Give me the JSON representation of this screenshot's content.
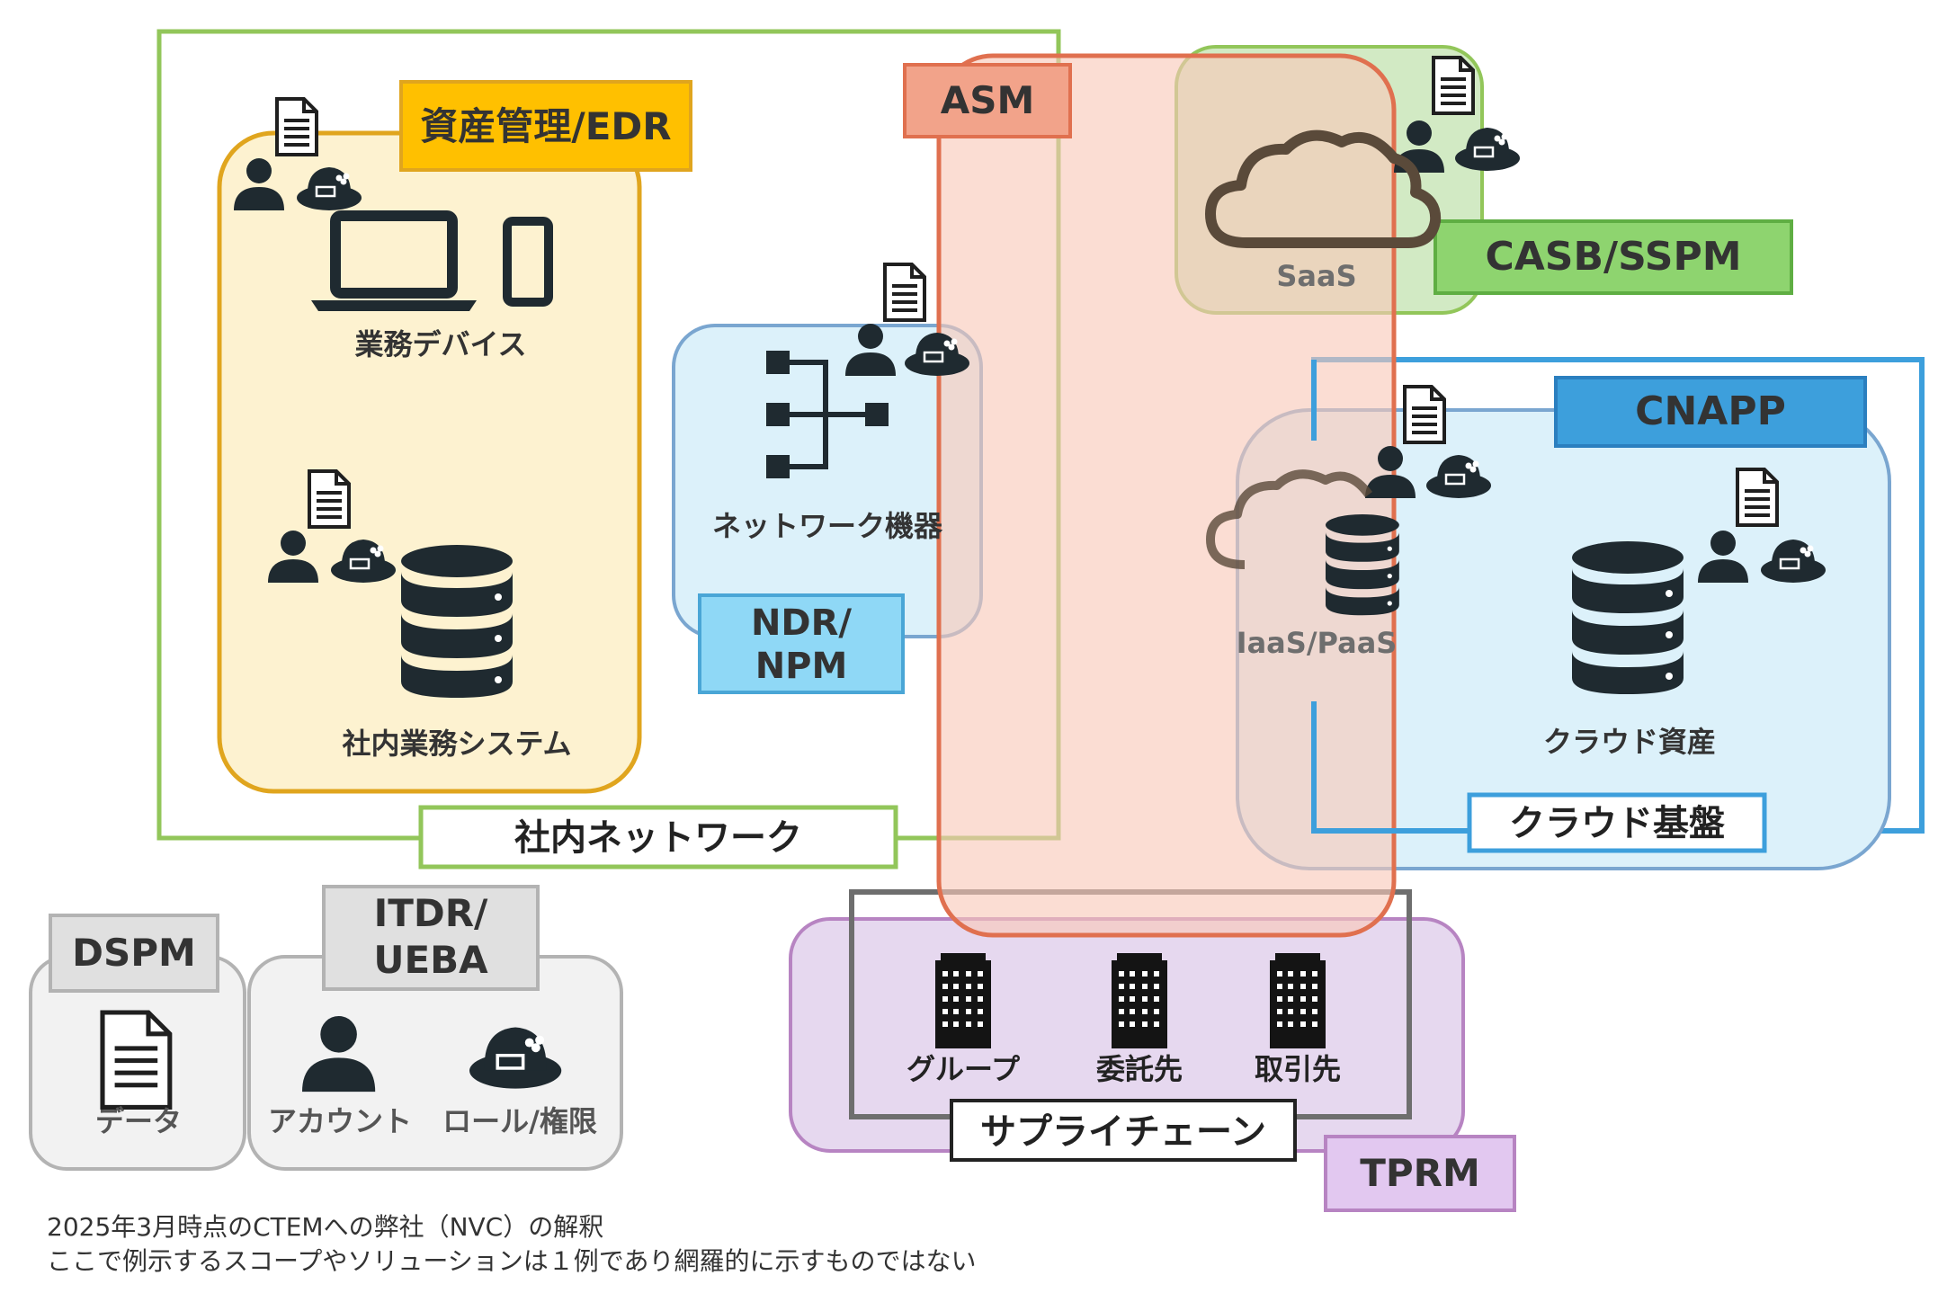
{
  "labels": {
    "asset_edr": "資産管理/EDR",
    "asm": "ASM",
    "casb_sspm": "CASB/SSPM",
    "cnapp": "CNAPP",
    "ndr_npm_1": "NDR/",
    "ndr_npm_2": "NPM",
    "itdr_ueba_1": "ITDR/",
    "itdr_ueba_2": "UEBA",
    "dspm": "DSPM",
    "tprm": "TPRM",
    "internal_network": "社内ネットワーク",
    "cloud_platform": "クラウド基盤",
    "supply_chain": "サプライチェーン"
  },
  "items": {
    "business_devices": "業務デバイス",
    "internal_systems": "社内業務システム",
    "network_devices": "ネットワーク機器",
    "saas": "SaaS",
    "iaas_paas": "IaaS/PaaS",
    "cloud_assets": "クラウド資産",
    "group": "グループ",
    "contractor": "委託先",
    "business_partner": "取引先",
    "data": "データ",
    "account": "アカウント",
    "role_permission": "ロール/権限"
  },
  "footer": {
    "line1": "2025年3月時点のCTEMへの弊社（NVC）の解釈",
    "line2": "ここで例示するスコープやソリューションは１例であり網羅的に示すものではない"
  },
  "colors": {
    "green": "#92c65a",
    "green_label": "#8ed46f",
    "orange_box": "#e0a51e",
    "orange_fill": "#fdf2d0",
    "gold_label": "#ffc000",
    "asm_stroke": "#e0704f",
    "asm_fill": "#f8c8b8",
    "blue_stroke": "#7aa6d0",
    "blue_fill": "#dcf1fa",
    "cnapp_blue": "#3d9fdc",
    "ndr_label": "#8fd8f6",
    "purple_fill": "#e6d8ef",
    "purple_stroke": "#b784c2",
    "gray_fill": "#f2f2f2",
    "gray_stroke": "#b3b3b3",
    "icon_dark": "#1f2a30"
  }
}
